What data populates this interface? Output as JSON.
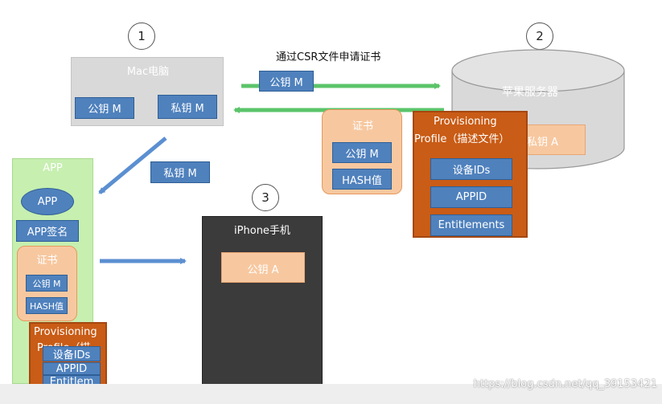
{
  "steps": {
    "one": "1",
    "two": "2",
    "three": "3"
  },
  "csr_caption": "通过CSR文件申请证书",
  "mac": {
    "title": "Mac电脑",
    "pubkey": "公钥 M",
    "privkey": "私钥 M"
  },
  "arrow_pubkey": "公钥 M",
  "server": {
    "title": "苹果服务器",
    "privkey": "私钥 A"
  },
  "cert_right": {
    "title": "证书",
    "pubkey": "公钥 M",
    "hash": "HASH值"
  },
  "profile_right": {
    "title_line1": "Provisioning",
    "title_line2": "Profile（描述文件）",
    "device_ids": "设备IDs",
    "appid": "APPID",
    "entitlements": "Entitlements"
  },
  "arrow_privkey": "私钥 M",
  "app": {
    "title": "APP",
    "bubble": "APP",
    "signature": "APP签名",
    "cert_title": "证书",
    "pubkey": "公钥 M",
    "hash": "HASH值"
  },
  "profile_left": {
    "title_line1": "Provisioning",
    "title_line2": "Profile（描",
    "device_ids": "设备IDs",
    "appid": "APPID",
    "entitlements": "Entitlem",
    "entitlements_tail": "ents"
  },
  "iphone": {
    "title": "iPhone手机",
    "pubkey": "公钥 A"
  },
  "watermark": "https://blog.csdn.net/qq_39153421",
  "colors": {
    "blue": "#4f81bd",
    "peach": "#f7c8a0",
    "orange": "#c95c16",
    "green": "#c6efb0",
    "gray": "#d9d9d9",
    "phone": "#3b3b3b"
  }
}
